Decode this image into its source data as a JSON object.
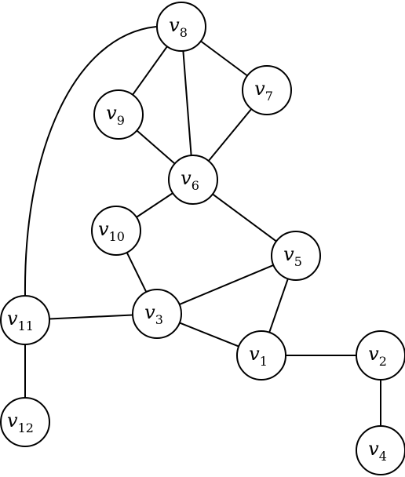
{
  "graph": {
    "node_label_prefix": "v",
    "nodes": [
      {
        "id": "v1",
        "sub": "1"
      },
      {
        "id": "v2",
        "sub": "2"
      },
      {
        "id": "v3",
        "sub": "3"
      },
      {
        "id": "v4",
        "sub": "4"
      },
      {
        "id": "v5",
        "sub": "5"
      },
      {
        "id": "v6",
        "sub": "6"
      },
      {
        "id": "v7",
        "sub": "7"
      },
      {
        "id": "v8",
        "sub": "8"
      },
      {
        "id": "v9",
        "sub": "9"
      },
      {
        "id": "v10",
        "sub": "10"
      },
      {
        "id": "v11",
        "sub": "11"
      },
      {
        "id": "v12",
        "sub": "12"
      }
    ],
    "edges": [
      [
        "v8",
        "v9"
      ],
      [
        "v8",
        "v6"
      ],
      [
        "v8",
        "v7"
      ],
      [
        "v8",
        "v11"
      ],
      [
        "v9",
        "v6"
      ],
      [
        "v7",
        "v6"
      ],
      [
        "v6",
        "v10"
      ],
      [
        "v6",
        "v5"
      ],
      [
        "v10",
        "v3"
      ],
      [
        "v5",
        "v3"
      ],
      [
        "v5",
        "v1"
      ],
      [
        "v3",
        "v1"
      ],
      [
        "v3",
        "v11"
      ],
      [
        "v11",
        "v12"
      ],
      [
        "v1",
        "v2"
      ],
      [
        "v2",
        "v4"
      ]
    ],
    "colors": {
      "stroke": "#000000",
      "fill": "#ffffff"
    }
  }
}
